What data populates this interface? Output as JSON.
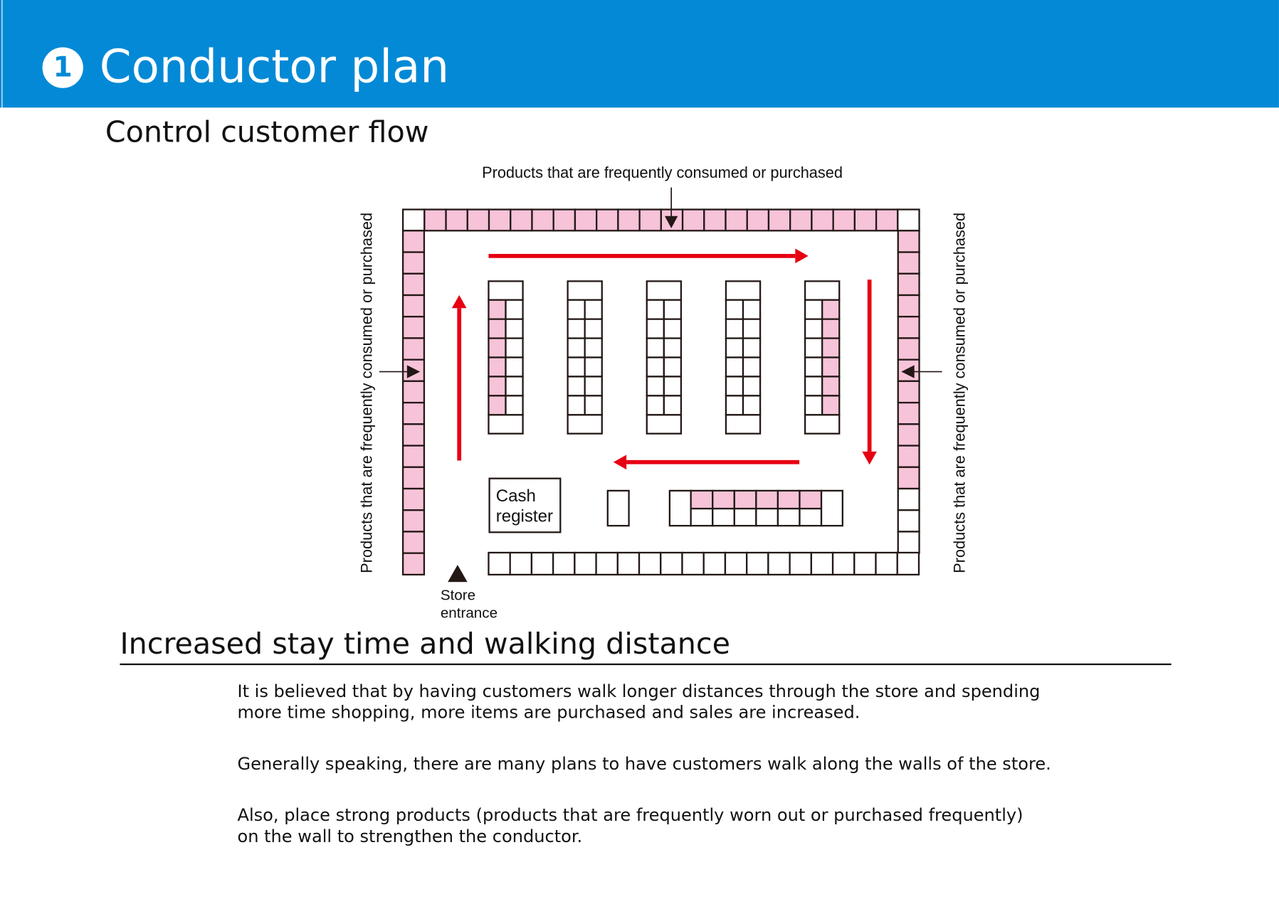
{
  "header": {
    "badge": "1",
    "title": "Conductor plan",
    "color": "#0389D6"
  },
  "section1": {
    "heading": "Control customer flow"
  },
  "diagram": {
    "top_label": "Products that are frequently consumed or purchased",
    "left_label": "Products that are frequently consumed or purchased",
    "right_label": "Products that are frequently consumed or purchased",
    "cash_register": [
      "Cash",
      "register"
    ],
    "entrance": [
      "Store",
      "entrance"
    ],
    "colors": {
      "pink": "#F6C3D9",
      "red": "#E60012",
      "line": "#231815"
    }
  },
  "section2": {
    "heading": "Increased stay time and walking distance"
  },
  "paragraphs": [
    [
      "It is believed that by having customers walk longer distances through the store and spending",
      "more time shopping, more items are purchased and sales are increased."
    ],
    [
      "Generally speaking, there are many plans to have customers walk along the walls of the store."
    ],
    [
      "Also, place strong products (products that are frequently worn out or purchased frequently)",
      "on the wall to strengthen the conductor."
    ]
  ]
}
